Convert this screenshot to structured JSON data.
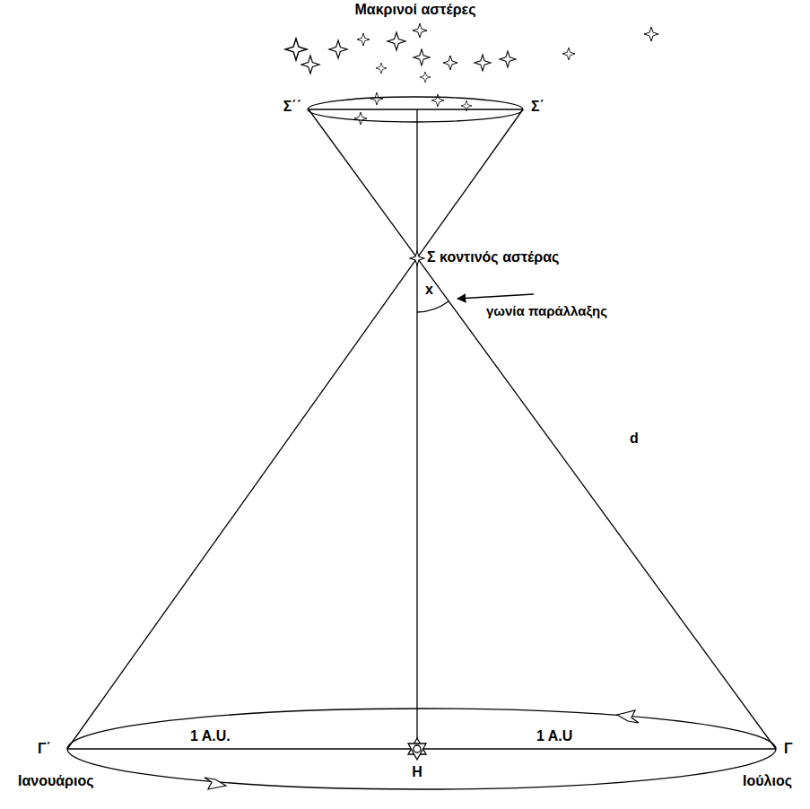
{
  "diagram": {
    "labels": [
      "Μακρινοί αστέρες",
      "Σ΄΄",
      "Σ΄",
      "Σ κοντινός αστέρας",
      "x",
      "γωνία παράλλαξης",
      "d",
      "1 A.U.",
      "1 A.U",
      "Γ΄",
      "Ιανουάριος",
      "Η",
      "Γ",
      "Ιούλιος"
    ]
  }
}
